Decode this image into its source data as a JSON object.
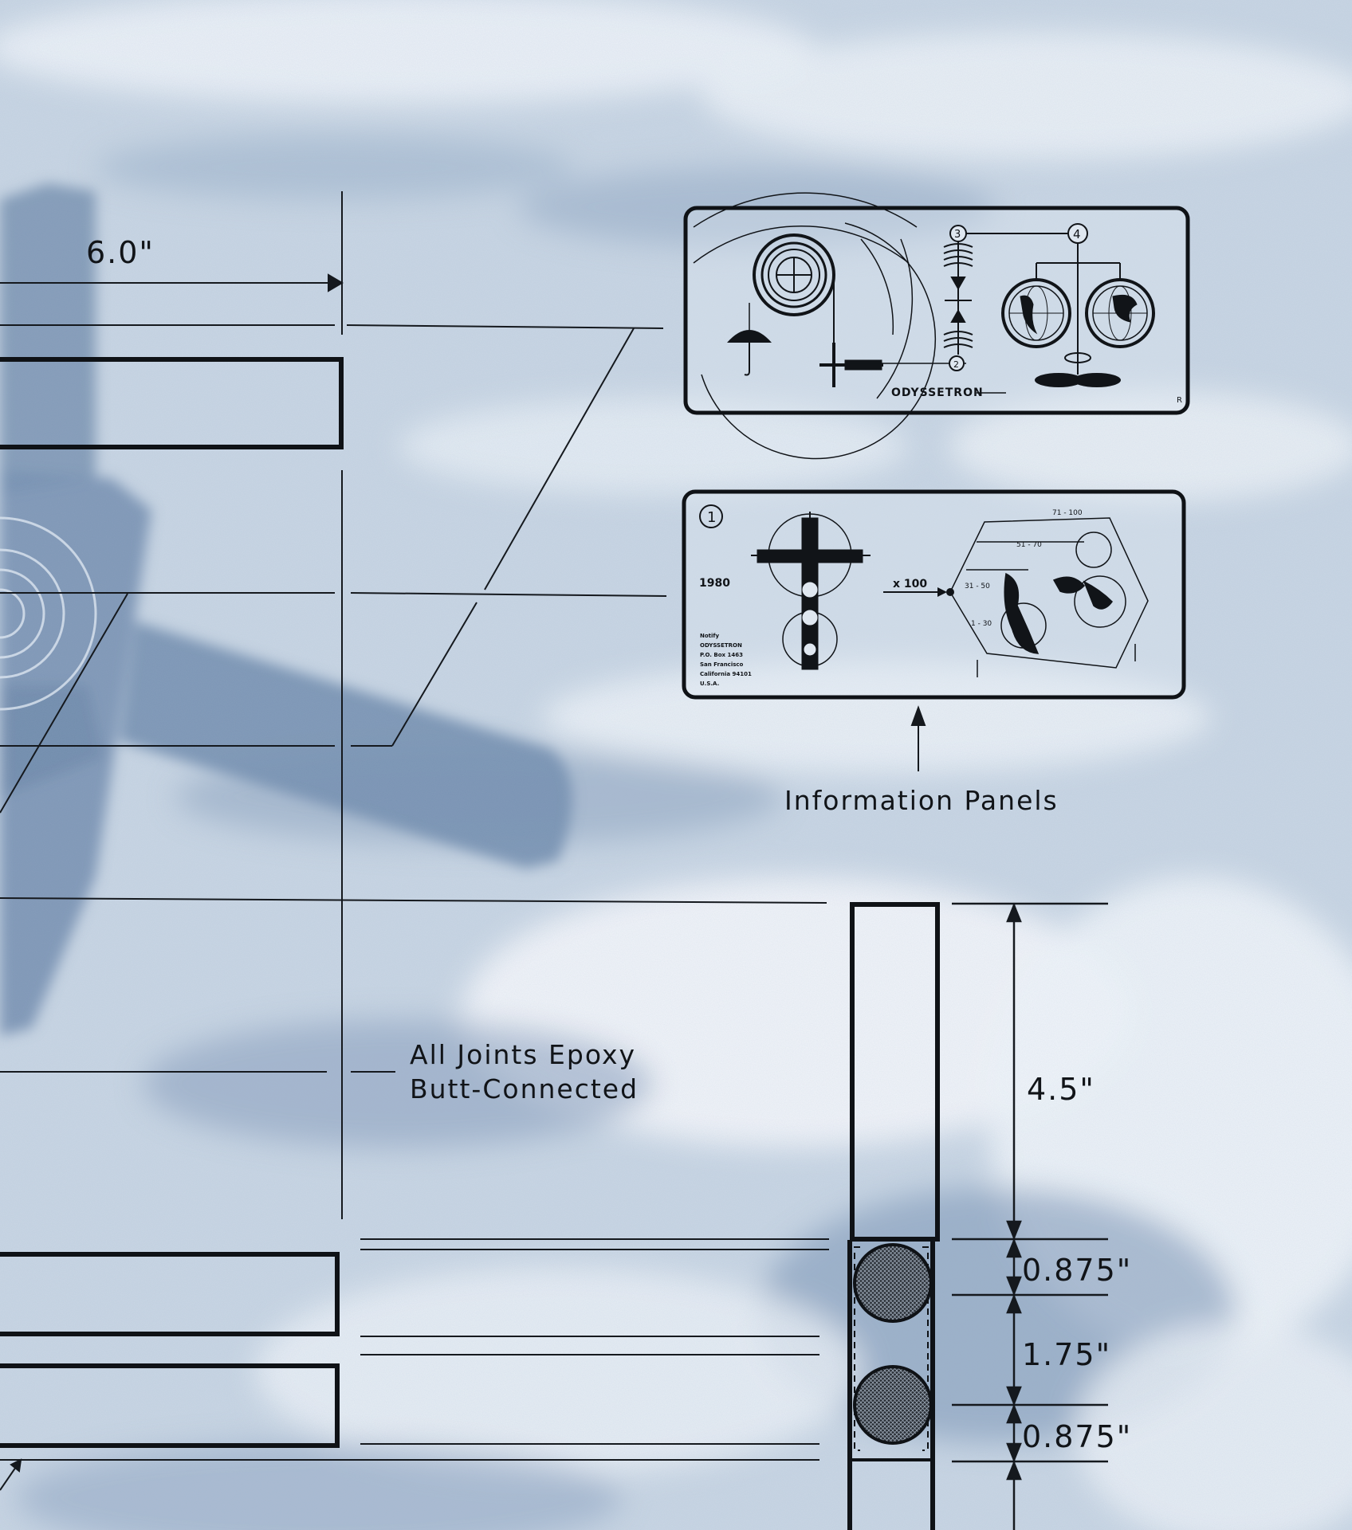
{
  "colors": {
    "background": "#c9d6e4",
    "cloud_light": "#eef3f8",
    "cloud_shadow": "#8ea4bf",
    "object_blue": "#7d96b4",
    "ink": "#111418"
  },
  "dimensions": {
    "width_top": "6.0\"",
    "height_main": "4.5\"",
    "gap_upper": "0.875\"",
    "spacing": "1.75\"",
    "gap_lower": "0.875\""
  },
  "labels": {
    "information_panels": "Information Panels",
    "joints_line1": "All Joints Epoxy",
    "joints_line2": "Butt-Connected"
  },
  "panel_top": {
    "name": "ODYSSETRON",
    "node_3": "3",
    "node_4": "4",
    "node_2": "2",
    "corner_mark": "R",
    "icons": [
      "rings-icon",
      "umbrella-icon",
      "probe-icon",
      "wave-icon",
      "balance-icon",
      "globe-icon",
      "globe-icon",
      "propeller-icon"
    ]
  },
  "panel_bottom": {
    "panel_number": "1",
    "year": "1980",
    "multiplier": "x 100",
    "address": [
      "Notify",
      "ODYSSETRON",
      "P.O. Box 1463",
      "San Francisco",
      "California 94101",
      "U.S.A."
    ],
    "scale_labels": [
      "71 - 100",
      "51 - 70",
      "31 - 50",
      "1 - 30"
    ],
    "icons": [
      "cross-icon",
      "map-icon"
    ]
  }
}
